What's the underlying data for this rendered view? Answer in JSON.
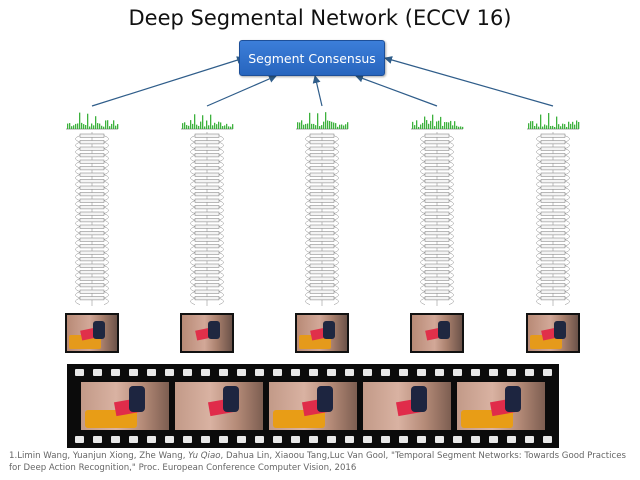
{
  "title": "Deep Segmental Network (ECCV 16)",
  "consensus_label": "Segment Consensus",
  "segment_count": 5,
  "film_frame_count": 5,
  "colors": {
    "consensus_fill": "#2f6fcf",
    "arrow": "#2f5d8a",
    "score_bars": "#3db13d",
    "tray": "#e89d16",
    "tool": "#e02c4a",
    "citation_text": "#666666"
  },
  "citation": {
    "prefix": "1.Limin Wang, Yuanjun Xiong, Zhe Wang, ",
    "italic_author": "Yu Qiao",
    "suffix": ", Dahua Lin, Xiaoou Tang,Luc Van Gool, \"Temporal Segment Networks: Towards Good Practices for Deep Action Recognition,\" Proc. European Conference Computer Vision, 2016"
  }
}
